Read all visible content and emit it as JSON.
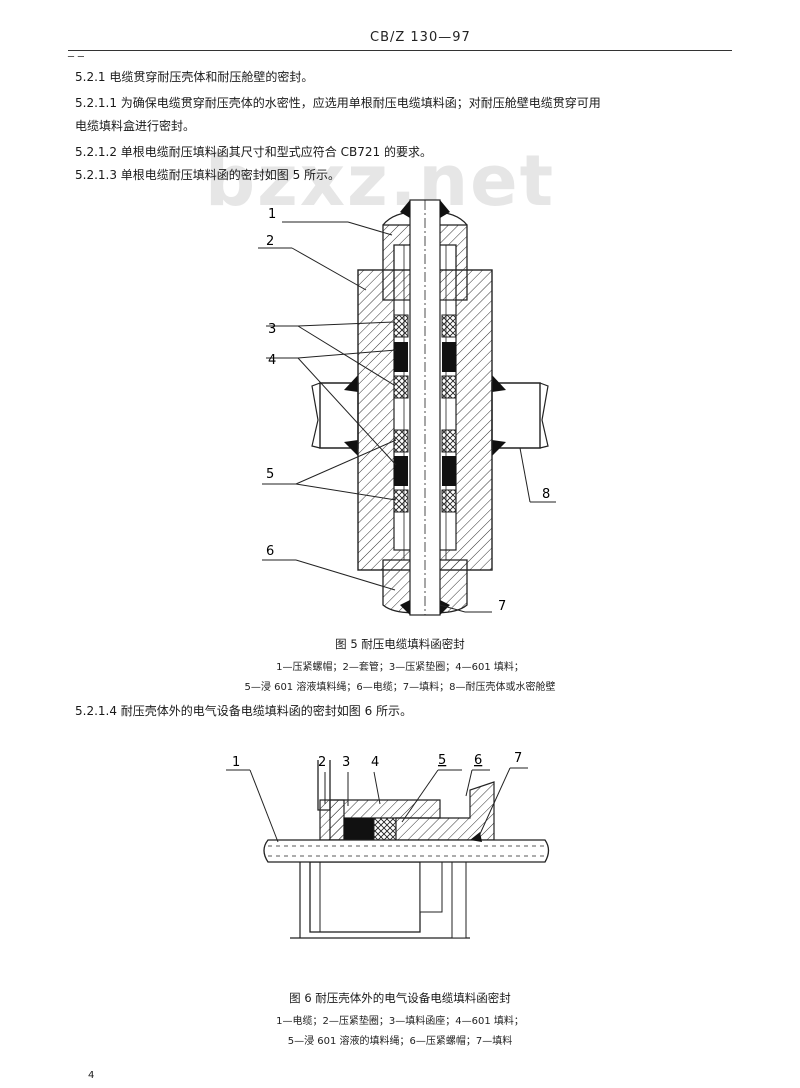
{
  "header": {
    "standard": "CB/Z 130—97",
    "left_mark": "_ _"
  },
  "watermark": "bzxz.net",
  "paragraphs": [
    "5.2.1  电缆贯穿耐压壳体和耐压舱壁的密封。",
    "5.2.1.1  为确保电缆贯穿耐压壳体的水密性，应选用单根耐压电缆填料函；对耐压舱壁电缆贯穿可用",
    "电缆填料盒进行密封。",
    "5.2.1.2  单根电缆耐压填料函其尺寸和型式应符合 CB721 的要求。",
    "5.2.1.3  单根电缆耐压填料函的密封如图 5 所示。"
  ],
  "figure5": {
    "labels": [
      "1",
      "2",
      "3",
      "4",
      "5",
      "6",
      "7",
      "8"
    ],
    "caption": "图 5  耐压电缆填料函密封",
    "legend_line1": "1—压紧螺帽；2—套管；3—压紧垫圈；4—601 填料；",
    "legend_line2": "5—浸 601 溶液填料绳；6—电缆；7—填料；8—耐压壳体或水密舱壁"
  },
  "para_5214": "5.2.1.4  耐压壳体外的电气设备电缆填料函的密封如图 6 所示。",
  "figure6": {
    "labels": [
      "1",
      "2",
      "3",
      "4",
      "5",
      "6",
      "7"
    ],
    "caption": "图 6  耐压壳体外的电气设备电缆填料函密封",
    "legend_line1": "1—电缆；2—压紧垫圈；3—填料函座；4—601 填料；",
    "legend_line2": "5—浸 601 溶液的填料绳；6—压紧螺帽；7—填料"
  },
  "page_number": "4"
}
